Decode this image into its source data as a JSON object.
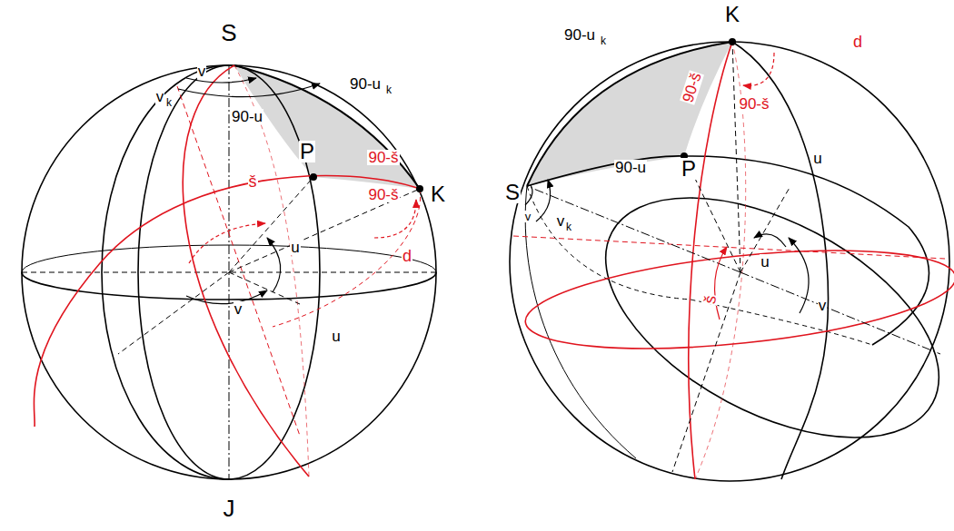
{
  "diagram": {
    "labels": [
      "S",
      "J",
      "v",
      "v",
      "k",
      "90-u",
      "90-u",
      "k",
      "P",
      "š",
      "90-š",
      "90-š",
      "K",
      "d",
      "u",
      "u",
      "v",
      "K",
      "90-u",
      "k",
      "d",
      "90-š",
      "90-š",
      "S",
      "v",
      "v",
      "k",
      "90-u",
      "P",
      "u",
      "u",
      "š",
      "v"
    ]
  }
}
